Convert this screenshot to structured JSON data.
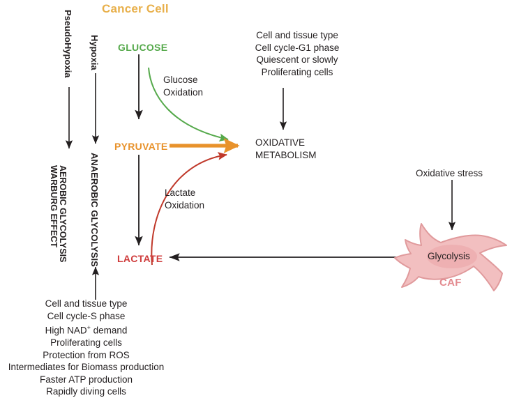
{
  "diagram": {
    "title": "Cancer Cell",
    "title_color": "#e8b04b"
  },
  "vertical_labels": {
    "pseudohypoxia": "PseudoHypoxia",
    "hypoxia": "Hypoxia",
    "aerobic_line1": "AEROBIC GLYCOLYSIS",
    "aerobic_line2": "WARBURG EFFECT",
    "anaerobic": "ANAEROBIC GLYCOLYSIS"
  },
  "metabolites": {
    "glucose": {
      "label": "GLUCOSE",
      "color": "#55a94b"
    },
    "pyruvate": {
      "label": "PYRUVATE",
      "color": "#e8922b"
    },
    "lactate": {
      "label": "LACTATE",
      "color": "#cf3c3c"
    },
    "oxidative_metabolism_line1": "OXIDATIVE",
    "oxidative_metabolism_line2": "METABOLISM"
  },
  "arrow_labels": {
    "glucose_oxidation_line1": "Glucose",
    "glucose_oxidation_line2": "Oxidation",
    "lactate_oxidation_line1": "Lactate",
    "lactate_oxidation_line2": "Oxidation",
    "oxidative_stress": "Oxidative stress"
  },
  "top_right_conditions": [
    "Cell and tissue type",
    "Cell cycle-G1 phase",
    "Quiescent or slowly",
    "Proliferating cells"
  ],
  "bottom_left_conditions": [
    "Cell and tissue type",
    "Cell cycle-S phase",
    "High NAD+ demand",
    "Proliferating cells",
    "Protection from ROS",
    "Intermediates for Biomass production",
    "Faster ATP production",
    "Rapidly diving cells"
  ],
  "caf_cell": {
    "label": "CAF",
    "inner_label": "Glycolysis",
    "fill_color": "#f2bfc0",
    "stroke_color": "#e09a9c",
    "nucleus_color": "#eeb0b2",
    "label_color": "#e38a8f"
  },
  "colors": {
    "green_arrow": "#55a94b",
    "orange_arrow": "#e8922b",
    "red_arrow": "#c0392b",
    "black_arrow": "#231f20"
  }
}
